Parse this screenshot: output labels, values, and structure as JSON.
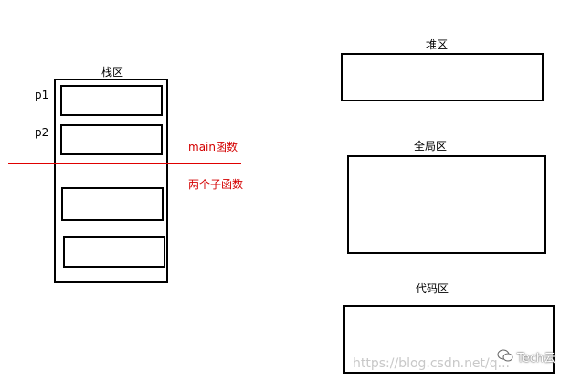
{
  "stack": {
    "title": "栈区",
    "slot_labels": [
      "p1",
      "p2"
    ]
  },
  "divider": {
    "above_label": "main函数",
    "below_label": "两个子函数",
    "color": "#e00000"
  },
  "heap": {
    "title": "堆区"
  },
  "global": {
    "title": "全局区"
  },
  "code": {
    "title": "代码区"
  },
  "watermark": {
    "url": "https://blog.csdn.net/q...",
    "brand": "Tech云",
    "brand_icon": "wechat-icon"
  }
}
